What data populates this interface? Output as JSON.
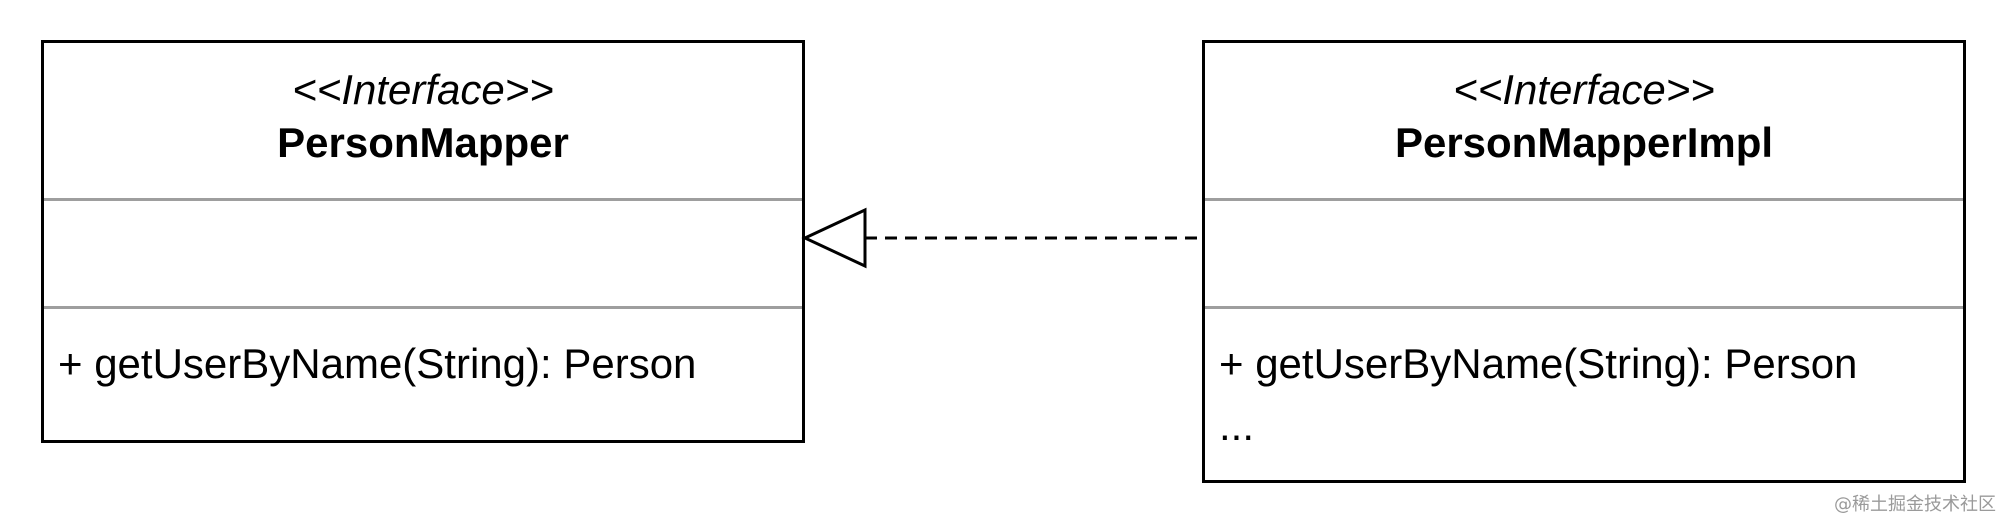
{
  "interface_box": {
    "stereotype": "<<Interface>>",
    "name": "PersonMapper",
    "methods": [
      "+ getUserByName(String): Person"
    ]
  },
  "impl_box": {
    "stereotype": "<<Interface>>",
    "name": "PersonMapperImpl",
    "methods": [
      "+ getUserByName(String): Person",
      "..."
    ]
  },
  "relationship": {
    "type": "realization",
    "from": "PersonMapperImpl",
    "to": "PersonMapper"
  },
  "watermark": "@稀土掘金技术社区"
}
